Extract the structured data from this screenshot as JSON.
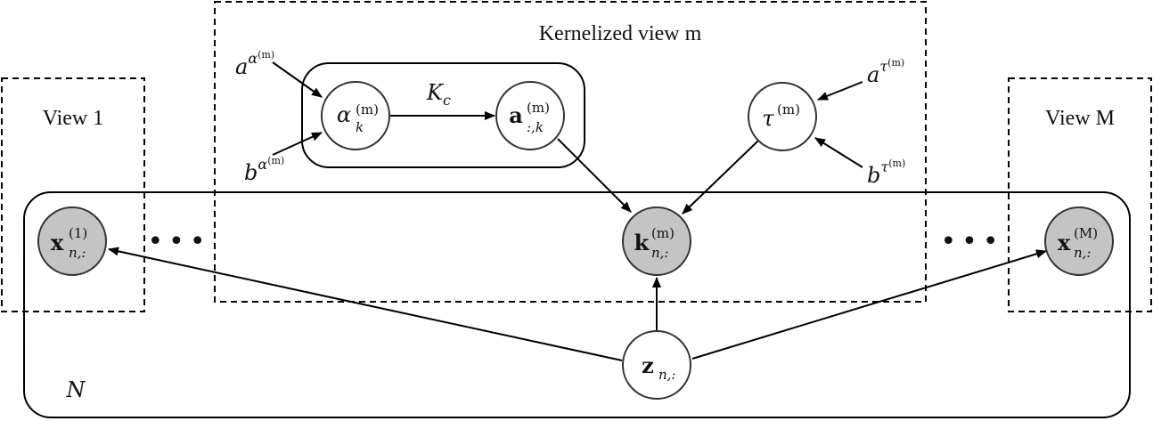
{
  "plates": {
    "view_1_label": "View 1",
    "view_m_label": "View M",
    "kernel_view_label": "Kernelized view m",
    "data_plate_label": "N",
    "kc_plate_label": {
      "base": "K",
      "sub": "c"
    }
  },
  "nodes": {
    "alpha": {
      "base": "α",
      "sub": "k",
      "sup": "(m)"
    },
    "a": {
      "base": "a",
      "sub": ":,k",
      "sup": "(m)"
    },
    "tau": {
      "base": "τ",
      "sup": "(m)"
    },
    "k": {
      "base": "k",
      "sub": "n,:",
      "sup": "(m)"
    },
    "x1": {
      "base": "x",
      "sub": "n,:",
      "sup": "(1)"
    },
    "xM": {
      "base": "x",
      "sub": "n,:",
      "sup": "(M)"
    },
    "z": {
      "base": "z",
      "sub": "n,:"
    }
  },
  "hyperparameters": {
    "a_alpha": {
      "base": "a",
      "sup1": "α",
      "sup2": "(m)"
    },
    "b_alpha": {
      "base": "b",
      "sup1": "α",
      "sup2": "(m)"
    },
    "a_tau": {
      "base": "a",
      "sup1": "τ",
      "sup2": "(m)"
    },
    "b_tau": {
      "base": "b",
      "sup1": "τ",
      "sup2": "(m)"
    }
  },
  "ellipsis_left": "•••",
  "ellipsis_right": "•••"
}
